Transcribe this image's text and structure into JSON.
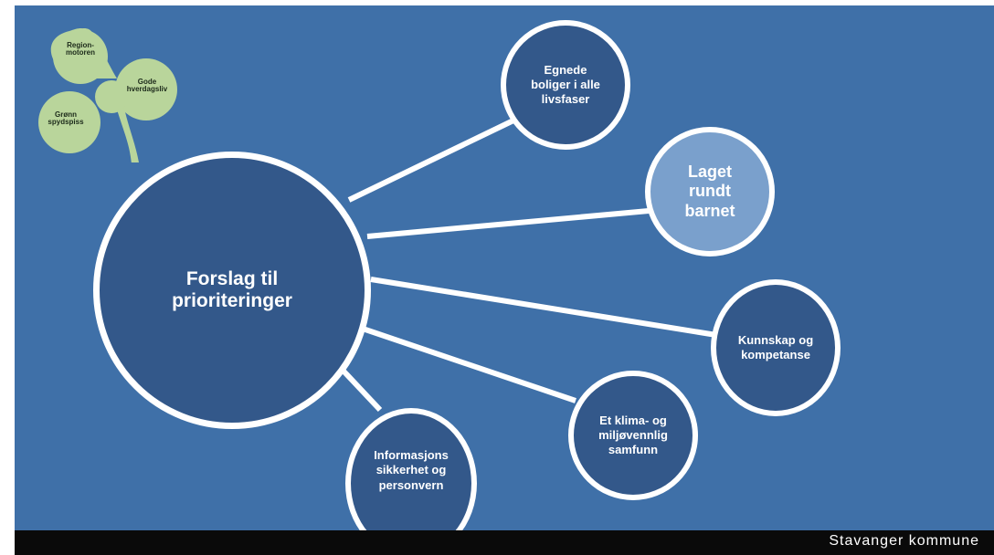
{
  "clover": {
    "leaf_top": "Region-\nmotoren",
    "leaf_right": "Gode\nhverdagsliv",
    "leaf_left": "Grønn\nspydspiss"
  },
  "hub": {
    "label": "Forslag til\nprioriteringer"
  },
  "nodes": {
    "boliger": "Egnede\nboliger i alle\nlivsfaser",
    "laget": "Laget\nrundt\nbarnet",
    "kunnskap": "Kunnskap og\nkompetanse",
    "klima": "Et klima- og\nmiljøvennlig\nsamfunn",
    "informasjon": "Informasjons\nsikkerhet og\npersonvern"
  },
  "footer": {
    "brand": "Stavanger  kommune"
  },
  "colors": {
    "background": "#3f70a8",
    "node_fill": "#33588a",
    "highlight_fill": "#7aa0cc",
    "clover_fill": "#b9d59b",
    "footer": "#0a0a0a"
  }
}
